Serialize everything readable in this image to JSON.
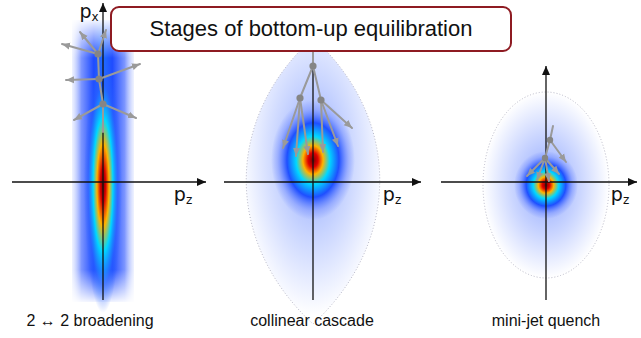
{
  "diagram": {
    "title": "Stages of bottom-up equilibration",
    "labels": [
      "px",
      "pz",
      "pz",
      "pz",
      "2 ↔ 2 broadening",
      "collinear cascade",
      "mini-jet quench"
    ]
  }
}
